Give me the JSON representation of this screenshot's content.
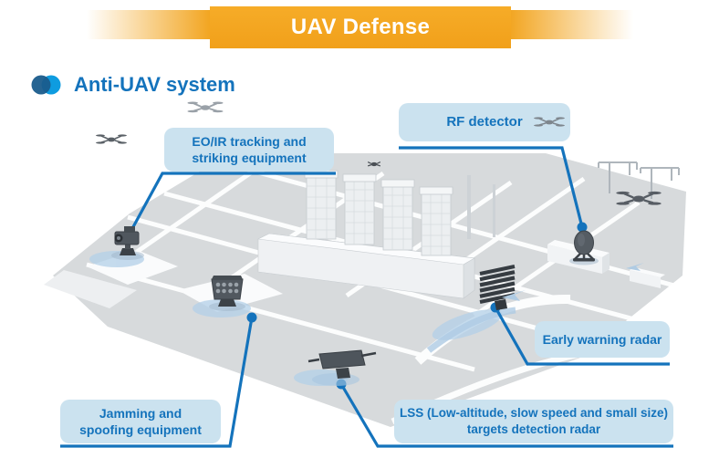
{
  "banner": {
    "title": "UAV Defense"
  },
  "heading": {
    "title": "Anti-UAV system"
  },
  "callouts": {
    "eoir": {
      "line1": "EO/IR tracking and",
      "line2": "striking equipment"
    },
    "rf": {
      "label": "RF detector"
    },
    "early_warning": {
      "label": "Early warning radar"
    },
    "jamming": {
      "line1": "Jamming and",
      "line2": "spoofing equipment"
    },
    "lss": {
      "line1": "LSS (Low-altitude, slow speed and small size)",
      "line2": "targets detection radar"
    }
  },
  "colors": {
    "banner_orange": "#F2A41E",
    "banner_fold": "#C07D12",
    "accent_blue": "#1473BC",
    "callout_bg": "#CBE2EF",
    "icon_dark_blue": "#1A5C8C",
    "icon_light_blue": "#0E9CE0",
    "ground_gray": "#D7DADC",
    "equipment_gray": "#4A5158"
  }
}
